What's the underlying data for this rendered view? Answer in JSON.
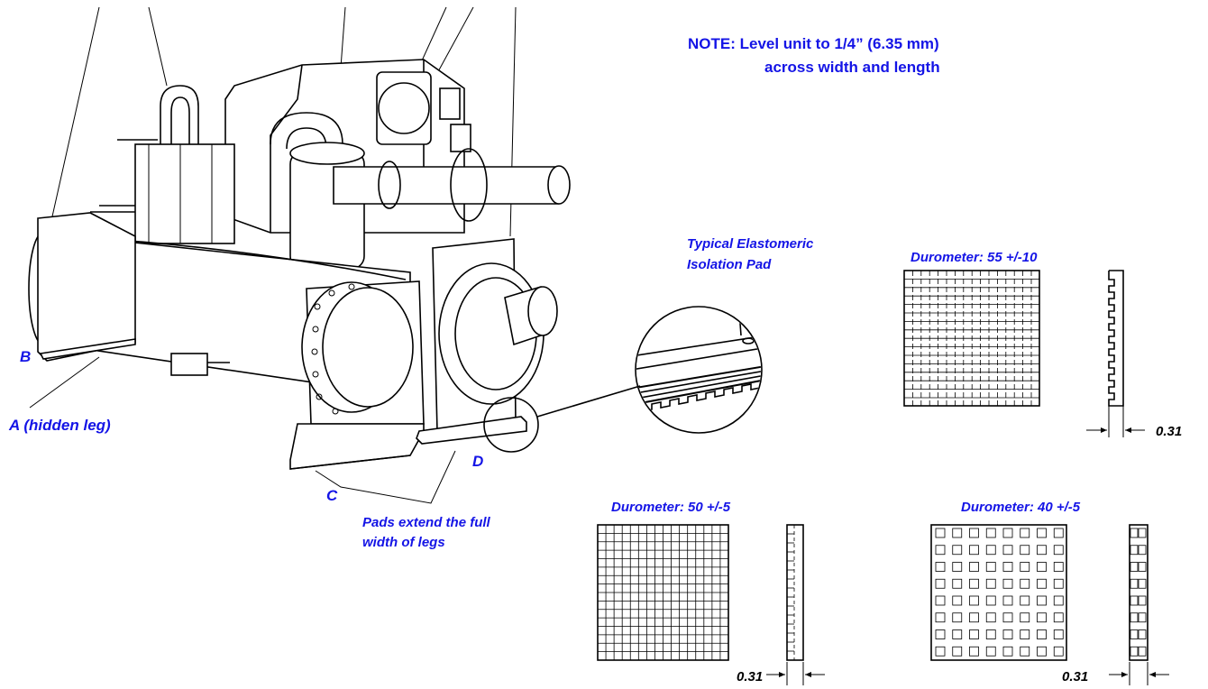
{
  "note": {
    "line1": "NOTE: Level unit to 1/4” (6.35 mm)",
    "line2": "across width and length"
  },
  "legs": {
    "a": "A (hidden leg)",
    "b": "B",
    "c": "C",
    "d": "D"
  },
  "pads_note": {
    "line1": "Pads extend the full",
    "line2": "width of legs"
  },
  "detail": {
    "line1": "Typical Elastomeric",
    "line2": "Isolation Pad"
  },
  "pads": [
    {
      "durometer": "Durometer: 55 +/-10",
      "thickness": "0.31"
    },
    {
      "durometer": "Durometer: 50 +/-5",
      "thickness": "0.31"
    },
    {
      "durometer": "Durometer: 40 +/-5",
      "thickness": "0.31"
    }
  ],
  "colors": {
    "label": "#1414e6",
    "line": "#000000"
  }
}
